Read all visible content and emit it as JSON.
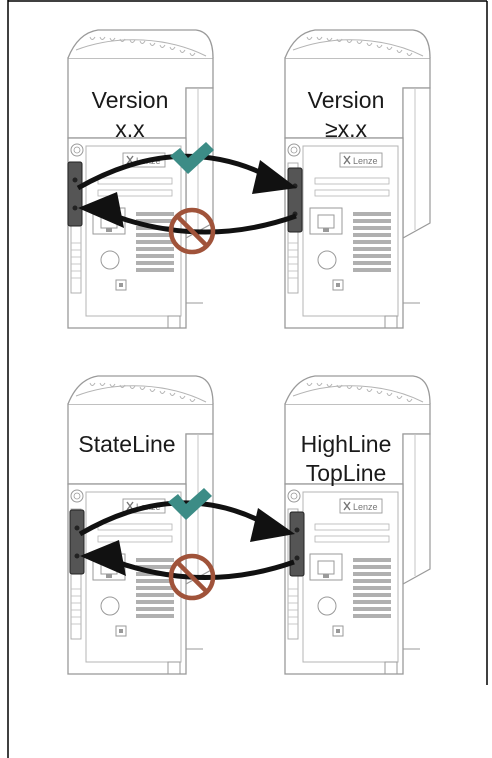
{
  "diagrams": [
    {
      "id": "version",
      "left_device": {
        "lines": [
          "Version",
          "x.x"
        ],
        "brand": "Lenze"
      },
      "right_device": {
        "lines": [
          "Version",
          "≥x.x"
        ],
        "brand": "Lenze"
      },
      "forward_status": "check-icon",
      "reverse_status": "prohibited-icon"
    },
    {
      "id": "product-line",
      "left_device": {
        "lines": [
          "StateLine"
        ],
        "brand": "Lenze"
      },
      "right_device": {
        "lines": [
          "HighLine",
          "TopLine"
        ],
        "brand": "Lenze"
      },
      "forward_status": "check-icon",
      "reverse_status": "prohibited-icon"
    }
  ],
  "colors": {
    "check": "#3c8c86",
    "prohibited": "#a0533a",
    "arrow": "#111111",
    "device_outline": "#9a9a9a",
    "module": "#555555"
  }
}
